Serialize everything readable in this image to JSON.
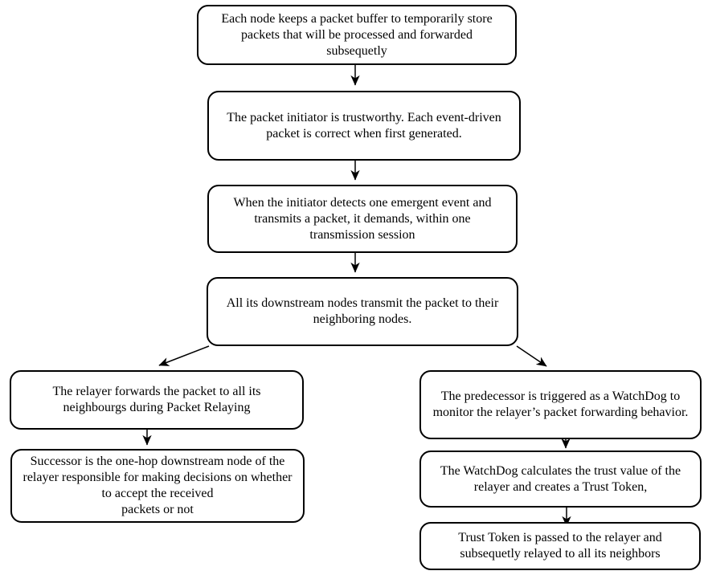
{
  "diagram": {
    "title": "packet-relay trust flowchart",
    "colors": {
      "stroke": "#000000",
      "text": "#000000",
      "background": "#ffffff"
    },
    "nodes": [
      {
        "id": "packet-buffer",
        "text": "Each node keeps a packet buffer to temporarily store\npackets that will be processed and forwarded\nsubsequetly"
      },
      {
        "id": "initiator-trustworthy",
        "text": "The packet initiator is trustworthy. Each event-driven\npacket is correct when first generated."
      },
      {
        "id": "emergent-event",
        "text": "When the initiator detects one emergent event and\ntransmits a packet, it demands, within one\ntransmission session"
      },
      {
        "id": "downstream-transmit",
        "text": "All its downstream nodes transmit the packet to their\nneighboring nodes."
      },
      {
        "id": "relayer-forwards",
        "text": "The relayer forwards the packet to all its\nneighbourgs during Packet Relaying"
      },
      {
        "id": "successor-decision",
        "text": "Successor is the one-hop downstream node of the\nrelayer responsible for making decisions on whether\nto accept the received\npackets or not"
      },
      {
        "id": "predecessor-watchdog",
        "text": "The predecessor is triggered as a WatchDog to\nmonitor the relayer’s packet forwarding behavior."
      },
      {
        "id": "watchdog-trust-token",
        "text": "The WatchDog calculates the trust value of the\nrelayer and creates a Trust Token,"
      },
      {
        "id": "trust-token-passed",
        "text": "Trust Token is passed to the relayer and\nsubsequetly relayed to all its neighbors"
      }
    ]
  }
}
